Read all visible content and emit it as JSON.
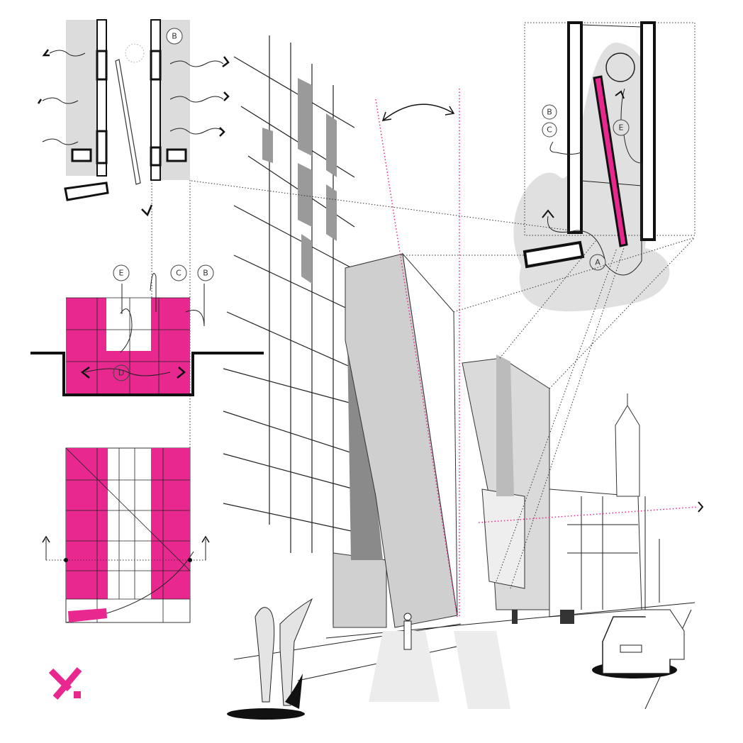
{
  "colors": {
    "accent": "#e8288f",
    "shade": "#dcdcdc",
    "ink": "#111111"
  },
  "labels": {
    "top_plan_b": "B",
    "mid_e": "E",
    "mid_c": "C",
    "mid_b": "B",
    "mid_d": "D",
    "inset_b": "B",
    "inset_c": "C",
    "inset_e": "E",
    "inset_a": "A"
  },
  "logo": {
    "icon": "x-dot-logo"
  }
}
